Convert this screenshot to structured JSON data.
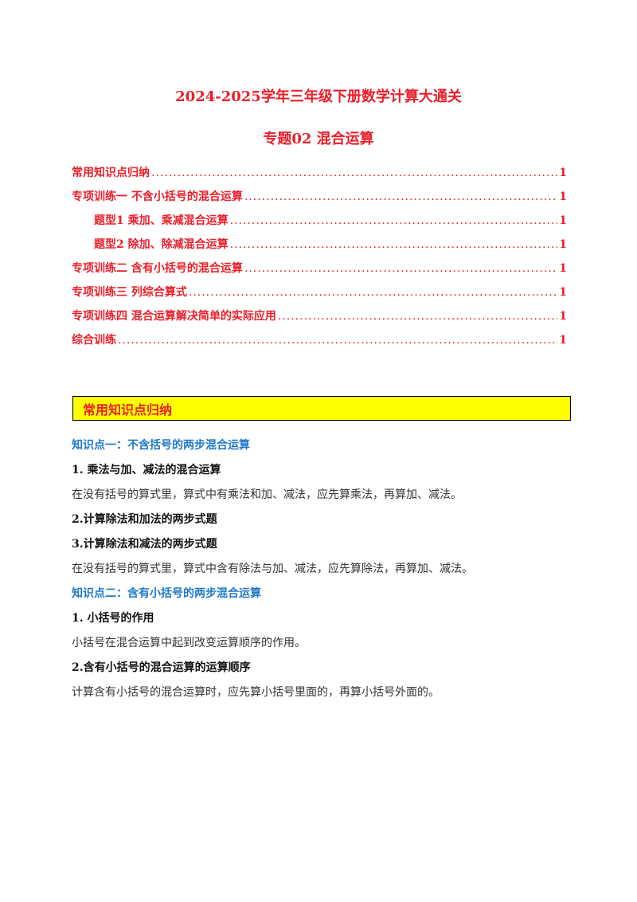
{
  "title": {
    "main": "2024-2025学年三年级下册数学计算大通关",
    "sub": "专题02  混合运算"
  },
  "toc": [
    {
      "label": "常用知识点归纳",
      "page": "1",
      "indent": false
    },
    {
      "label": "专项训练一    不含小括号的混合运算",
      "page": "1",
      "indent": false
    },
    {
      "label": "题型1    乘加、乘减混合运算",
      "page": "1",
      "indent": true
    },
    {
      "label": "题型2    除加、除减混合运算",
      "page": "1",
      "indent": true
    },
    {
      "label": "专项训练二    含有小括号的混合运算",
      "page": "1",
      "indent": false
    },
    {
      "label": "专项训练三    列综合算式",
      "page": "1",
      "indent": false
    },
    {
      "label": "专项训练四    混合运算解决简单的实际应用",
      "page": "1",
      "indent": false
    },
    {
      "label": "综合训练",
      "page": "1",
      "indent": false
    }
  ],
  "section": {
    "title": "常用知识点归纳"
  },
  "content": {
    "kp1": "知识点一：不含括号的两步混合运算",
    "h1": "1.  乘法与加、减法的混合运算",
    "p1": "在没有括号的算式里，算式中有乘法和加、减法，应先算乘法，再算加、减法。",
    "h2": "2.计算除法和加法的两步式题",
    "h3": "3.计算除法和减法的两步式题",
    "p2": "在没有括号的算式里，算式中含有除法与加、减法，应先算除法，再算加、减法。",
    "kp2": "知识点二：含有小括号的两步混合运算",
    "h4": "1.  小括号的作用",
    "p3": "小括号在混合运算中起到改变运算顺序的作用。",
    "h5": "2.含有小括号的混合运算的运算顺序",
    "p4": "计算含有小括号的混合运算时，应先算小括号里面的，再算小括号外面的。"
  },
  "colors": {
    "red": "#e8202a",
    "blue": "#1f78c8",
    "highlight": "#ffff00"
  }
}
